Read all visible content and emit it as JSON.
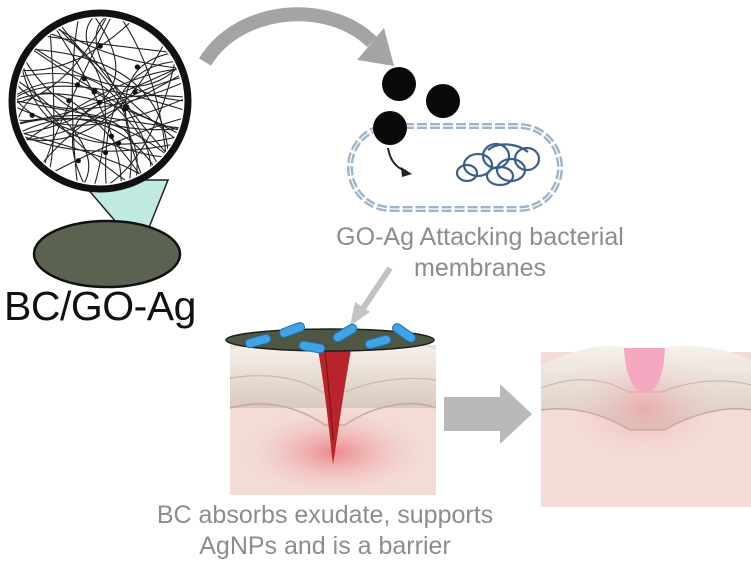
{
  "labels": {
    "material": "BC/GO-Ag",
    "attack_line1": "GO-Ag Attacking bacterial",
    "attack_line2": "membranes",
    "absorb_line1": "BC absorbs exudate, supports",
    "absorb_line2": "AgNPs and is a barrier"
  },
  "colors": {
    "membrane_disc": "#5c6250",
    "magnifier_cone": "#bfe9e1",
    "go_ag_particle": "#0a0a0a",
    "bacterium_outline": "#9fb4cc",
    "dna_coil": "#3d5f8c",
    "arrow_gray": "#b9b9b9",
    "wound_red": "#b9242c",
    "skin_pink": "#f2d9d5",
    "bacteria_blue": "#3fa3e4",
    "healed_pink": "#f4a9c0"
  }
}
